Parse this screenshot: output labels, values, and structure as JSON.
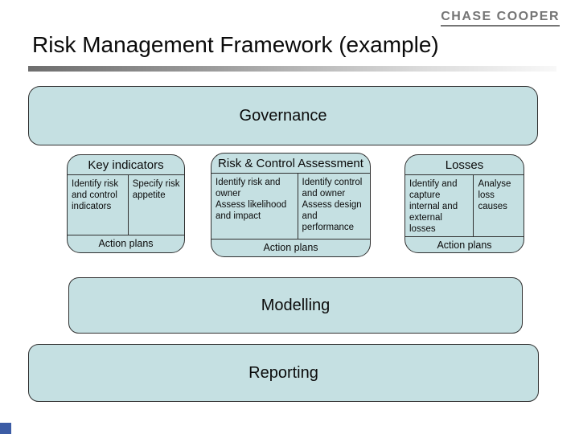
{
  "logo": {
    "text": "CHASE COOPER"
  },
  "title": "Risk Management Framework (example)",
  "bands": {
    "governance": "Governance",
    "modelling": "Modelling",
    "reporting": "Reporting"
  },
  "process_boxes": [
    {
      "title": "Key indicators",
      "left_cell": "Identify risk and control indicators",
      "right_cell": "Specify risk appetite",
      "footer": "Action plans"
    },
    {
      "title": "Risk & Control Assessment",
      "left_cell": "Identify risk and owner\nAssess likelihood and impact",
      "right_cell": "Identify control and owner\nAssess design and performance",
      "footer": "Action plans"
    },
    {
      "title": "Losses",
      "left_cell": "Identify and capture internal and external losses",
      "right_cell": "Analyse loss causes",
      "footer": "Action plans"
    }
  ],
  "colors": {
    "box_fill": "#c5e0e2",
    "box_border": "#303030",
    "logo_gray": "#757575",
    "accent_square": "#3c5ca5"
  }
}
